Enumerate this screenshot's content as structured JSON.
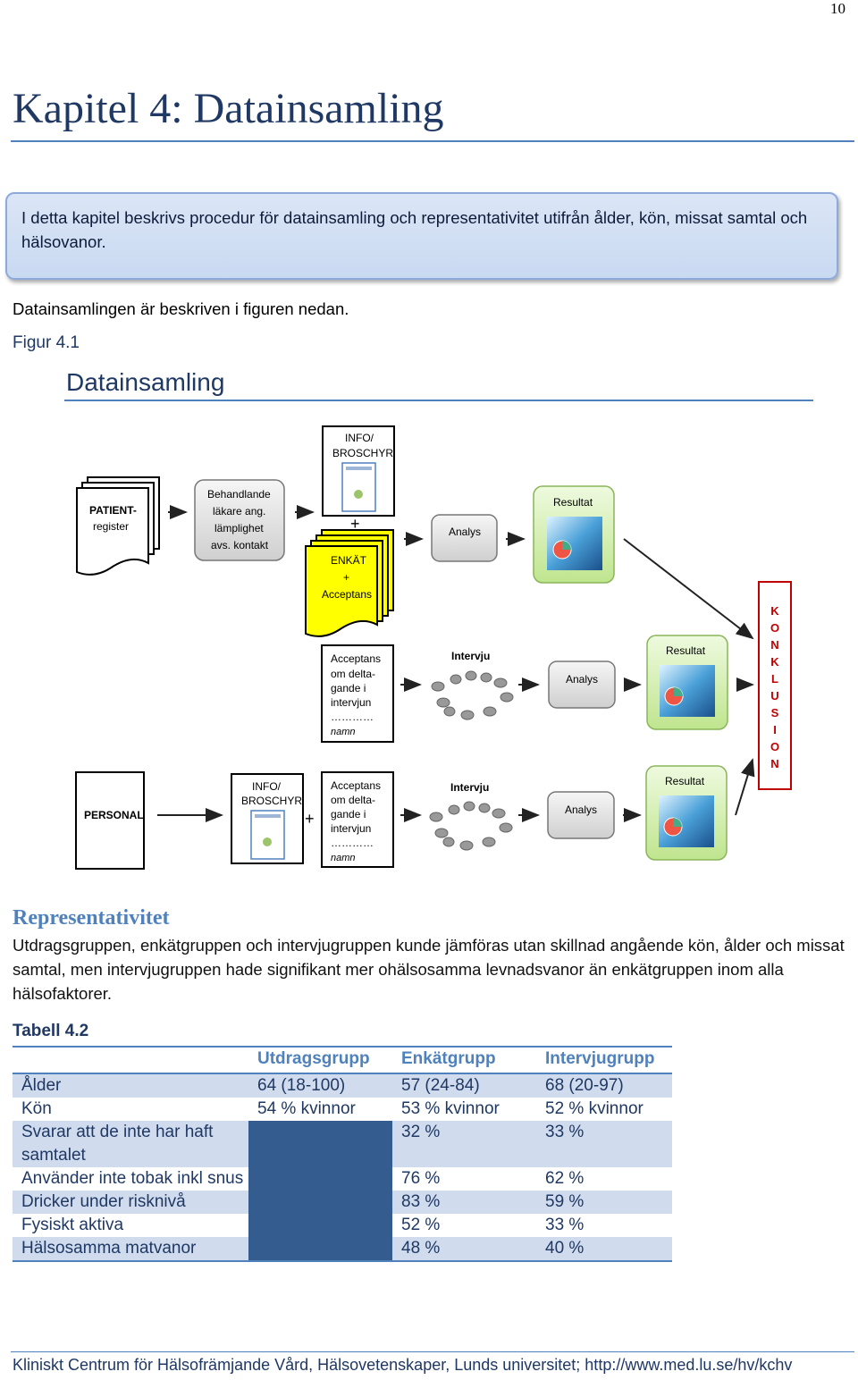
{
  "page_number": "10",
  "chapter_title": "Kapitel 4: Datainsamling",
  "summary": "I detta kapitel beskrivs procedur för datainsamling och representativitet utifrån ålder, kön,  missat samtal och hälsovanor.",
  "intro": "Datainsamlingen är beskriven i figuren nedan.",
  "figure_label": "Figur 4.1",
  "diagram": {
    "title": "Datainsamling",
    "patient_register": [
      "PATIENT-",
      "register"
    ],
    "treating_doctor": [
      "Behandlande",
      "läkare ang.",
      "lämplighet",
      "avs. kontakt"
    ],
    "info_brochure": [
      "INFO/",
      "BROSCHYR"
    ],
    "survey_consent": [
      "ENKÄT",
      "+",
      "Acceptans"
    ],
    "plus": "+",
    "analysis": "Analys",
    "result": "Resultat",
    "interview": "Intervju",
    "consent_form": [
      "Acceptans",
      "om delta-",
      "gande i",
      "intervjun",
      "…………",
      "namn"
    ],
    "staff": "PERSONAL",
    "conclusion": [
      "K",
      "O",
      "N",
      "K",
      "L",
      "U",
      "S",
      "I",
      "O",
      "N"
    ]
  },
  "section_title": "Representativitet",
  "section_text": "Utdragsgruppen, enkätgruppen och intervjugruppen kunde jämföras utan skillnad angående kön, ålder och missat samtal, men intervjugruppen hade signifikant mer ohälsosamma levnadsvanor än enkätgruppen inom alla hälsofaktorer.",
  "table": {
    "label": "Tabell 4.2",
    "headers": [
      "",
      "Utdragsgrupp",
      "Enkätgrupp",
      "Intervjugrupp"
    ],
    "rows": [
      [
        "Ålder",
        "64 (18-100)",
        "57 (24-84)",
        "68 (20-97)"
      ],
      [
        "Kön",
        "54 % kvinnor",
        "53 % kvinnor",
        "52 % kvinnor"
      ],
      [
        "Svarar att de inte har haft samtalet",
        "",
        "32 %",
        "33 %"
      ],
      [
        "Använder inte tobak inkl snus",
        "",
        "76 %",
        "62 %"
      ],
      [
        "Dricker under risknivå",
        "",
        "83 %",
        "59 %"
      ],
      [
        "Fysiskt aktiva",
        "",
        "52 %",
        "33 %"
      ],
      [
        "Hälsosamma matvanor",
        "",
        "48 %",
        "40 %"
      ]
    ]
  },
  "footer": "Kliniskt Centrum för Hälsofrämjande Vård, Hälsovetenskaper, Lunds universitet; http://www.med.lu.se/hv/kchv",
  "colors": {
    "heading": "#1f3864",
    "accent": "#4f81bd",
    "blank_cell": "#355c8e",
    "survey_yellow": "#ffff00",
    "result_green": "#d7f0b2",
    "conclusion_red": "#c00000"
  }
}
